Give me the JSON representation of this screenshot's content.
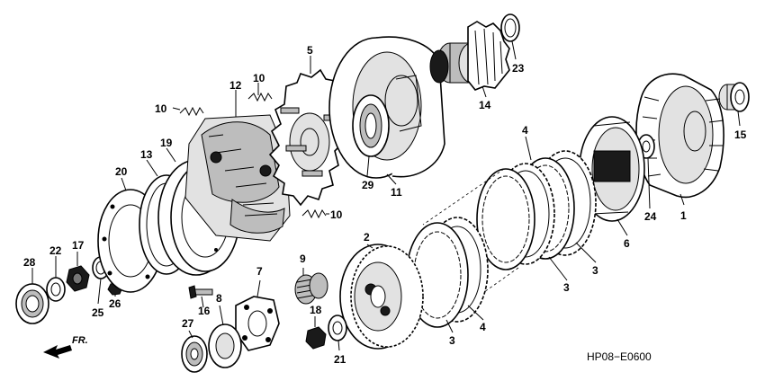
{
  "diagram": {
    "code": "HP08−E0600",
    "direction_label": "FR.",
    "callouts": {
      "c1": "1",
      "c2": "2",
      "c3a": "3",
      "c3b": "3",
      "c3c": "3",
      "c4a": "4",
      "c4b": "4",
      "c5": "5",
      "c6": "6",
      "c7": "7",
      "c8": "8",
      "c9": "9",
      "c10a": "10",
      "c10b": "10",
      "c10c": "10",
      "c11": "11",
      "c12": "12",
      "c13": "13",
      "c14": "14",
      "c15": "15",
      "c16": "16",
      "c17": "17",
      "c18": "18",
      "c19": "19",
      "c20": "20",
      "c21": "21",
      "c22": "22",
      "c23": "23",
      "c24": "24",
      "c25": "25",
      "c26": "26",
      "c27": "27",
      "c28": "28",
      "c29": "29"
    }
  }
}
